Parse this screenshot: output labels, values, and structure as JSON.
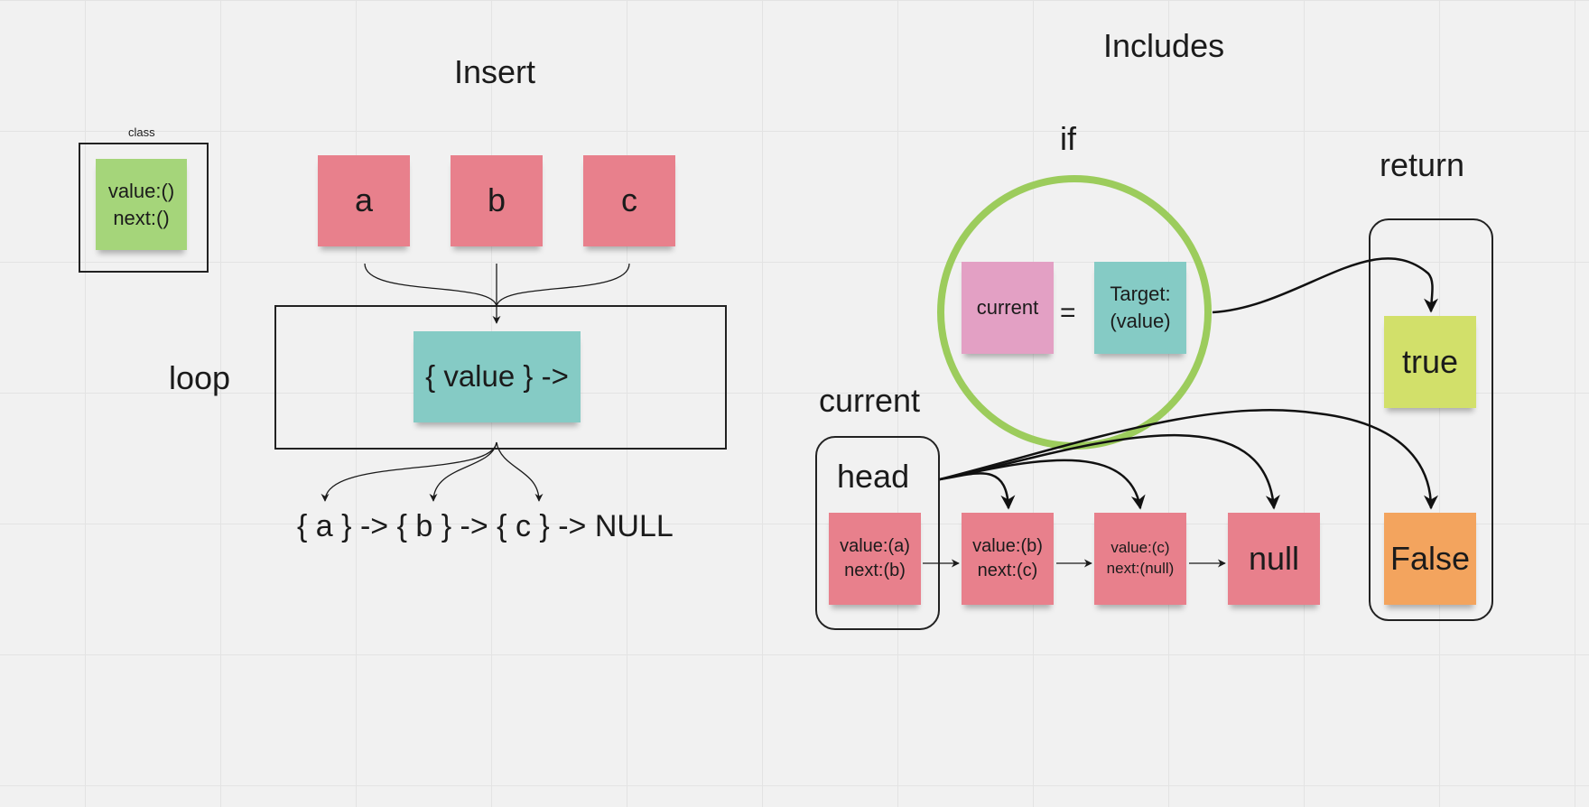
{
  "class_section": {
    "caption": "class",
    "note_line1": "value:()",
    "note_line2": "next:()"
  },
  "insert_section": {
    "title": "Insert",
    "notes": [
      "a",
      "b",
      "c"
    ],
    "loop_label": "loop",
    "value_note": "{ value } ->",
    "result": "{ a } -> { b } -> { c } -> NULL"
  },
  "includes_section": {
    "title": "Includes",
    "if_label": "if",
    "current_note": "current",
    "equals": "=",
    "target_line1": "Target:",
    "target_line2": "(value)",
    "return_label": "return",
    "true_note": "true",
    "false_note": "False",
    "current_label": "current",
    "head_label": "head",
    "nodes": [
      {
        "line1": "value:(a)",
        "line2": "next:(b)"
      },
      {
        "line1": "value:(b)",
        "line2": "next:(c)"
      },
      {
        "line1": "value:(c)",
        "line2": "next:(null)"
      }
    ],
    "null_note": "null"
  },
  "colors": {
    "pink": "#e8808c",
    "green": "#a5d57a",
    "teal": "#85cbc5",
    "mauve": "#e3a0c4",
    "lime": "#d2e06a",
    "orange": "#f3a45e",
    "circle": "#9ccc5c"
  }
}
